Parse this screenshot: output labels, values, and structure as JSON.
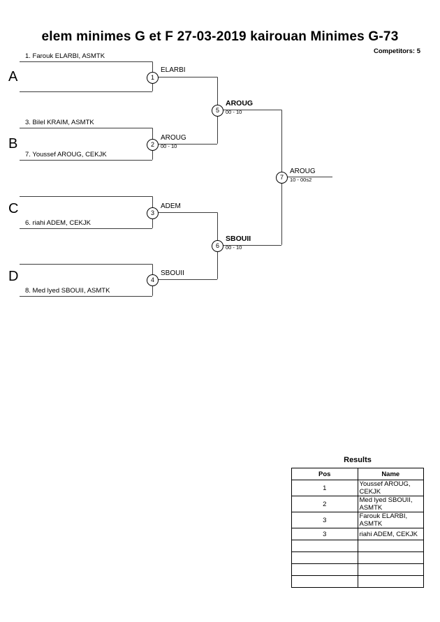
{
  "header": {
    "title": "elem minimes G et F  27-03-2019  kairouan   Minimes G-73",
    "competitors": "Competitors: 5"
  },
  "bracket": {
    "groups": [
      {
        "letter": "A"
      },
      {
        "letter": "B"
      },
      {
        "letter": "C"
      },
      {
        "letter": "D"
      }
    ],
    "entries": [
      {
        "label": "1. Farouk ELARBI, ASMTK"
      },
      {
        "label": ""
      },
      {
        "label": "3. Bilel KRAIM, ASMTK"
      },
      {
        "label": "7. Youssef AROUG, CEKJK"
      },
      {
        "label": ""
      },
      {
        "label": "6. riahi ADEM, CEKJK"
      },
      {
        "label": ""
      },
      {
        "label": "8. Med lyed SBOUII, ASMTK"
      }
    ],
    "matches": [
      {
        "number": "1",
        "winner": "ELARBI",
        "score": ""
      },
      {
        "number": "2",
        "winner": "AROUG",
        "score": "00 - 10"
      },
      {
        "number": "3",
        "winner": "ADEM",
        "score": ""
      },
      {
        "number": "4",
        "winner": "SBOUII",
        "score": ""
      },
      {
        "number": "5",
        "winner": "AROUG",
        "score": "00 - 10"
      },
      {
        "number": "6",
        "winner": "SBOUII",
        "score": "00 - 10"
      },
      {
        "number": "7",
        "winner": "AROUG",
        "score": "10 - 00s2"
      }
    ]
  },
  "results": {
    "title": "Results",
    "columns": [
      "Pos",
      "Name"
    ],
    "rows": [
      {
        "pos": "1",
        "name": "Youssef AROUG, CEKJK"
      },
      {
        "pos": "2",
        "name": "Med lyed SBOUII, ASMTK"
      },
      {
        "pos": "3",
        "name": "Farouk ELARBI, ASMTK"
      },
      {
        "pos": "3",
        "name": "riahi ADEM, CEKJK"
      },
      {
        "pos": "",
        "name": ""
      },
      {
        "pos": "",
        "name": ""
      },
      {
        "pos": "",
        "name": ""
      },
      {
        "pos": "",
        "name": ""
      }
    ]
  }
}
